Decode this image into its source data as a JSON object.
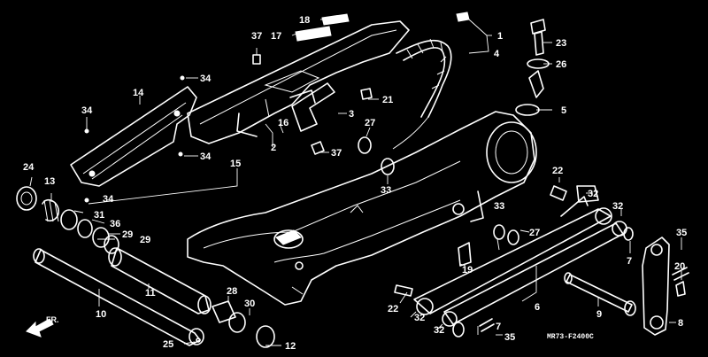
{
  "diagram": {
    "code": "MR73-F2400C",
    "direction": "FR.",
    "labels": [
      {
        "id": "l1",
        "text": "1"
      },
      {
        "id": "l2",
        "text": "2"
      },
      {
        "id": "l3",
        "text": "3"
      },
      {
        "id": "l4",
        "text": "4"
      },
      {
        "id": "l5",
        "text": "5"
      },
      {
        "id": "l6",
        "text": "6"
      },
      {
        "id": "l7a",
        "text": "7"
      },
      {
        "id": "l7b",
        "text": "7"
      },
      {
        "id": "l8",
        "text": "8"
      },
      {
        "id": "l9",
        "text": "9"
      },
      {
        "id": "l10",
        "text": "10"
      },
      {
        "id": "l11",
        "text": "11"
      },
      {
        "id": "l12",
        "text": "12"
      },
      {
        "id": "l13",
        "text": "13"
      },
      {
        "id": "l14",
        "text": "14"
      },
      {
        "id": "l15",
        "text": "15"
      },
      {
        "id": "l16",
        "text": "16"
      },
      {
        "id": "l17",
        "text": "17"
      },
      {
        "id": "l18",
        "text": "18"
      },
      {
        "id": "l19",
        "text": "19"
      },
      {
        "id": "l20",
        "text": "20"
      },
      {
        "id": "l21",
        "text": "21"
      },
      {
        "id": "l22a",
        "text": "22"
      },
      {
        "id": "l22b",
        "text": "22"
      },
      {
        "id": "l23",
        "text": "23"
      },
      {
        "id": "l24",
        "text": "24"
      },
      {
        "id": "l25",
        "text": "25"
      },
      {
        "id": "l26",
        "text": "26"
      },
      {
        "id": "l27a",
        "text": "27"
      },
      {
        "id": "l27b",
        "text": "27"
      },
      {
        "id": "l28",
        "text": "28"
      },
      {
        "id": "l29a",
        "text": "29"
      },
      {
        "id": "l29b",
        "text": "29"
      },
      {
        "id": "l30",
        "text": "30"
      },
      {
        "id": "l31",
        "text": "31"
      },
      {
        "id": "l32a",
        "text": "32"
      },
      {
        "id": "l32b",
        "text": "32"
      },
      {
        "id": "l32c",
        "text": "32"
      },
      {
        "id": "l32d",
        "text": "32"
      },
      {
        "id": "l33a",
        "text": "33"
      },
      {
        "id": "l33b",
        "text": "33"
      },
      {
        "id": "l34a",
        "text": "34"
      },
      {
        "id": "l34b",
        "text": "34"
      },
      {
        "id": "l34c",
        "text": "34"
      },
      {
        "id": "l34d",
        "text": "34"
      },
      {
        "id": "l35a",
        "text": "35"
      },
      {
        "id": "l35b",
        "text": "35"
      },
      {
        "id": "l36",
        "text": "36"
      },
      {
        "id": "l37a",
        "text": "37"
      },
      {
        "id": "l37b",
        "text": "37"
      }
    ]
  }
}
